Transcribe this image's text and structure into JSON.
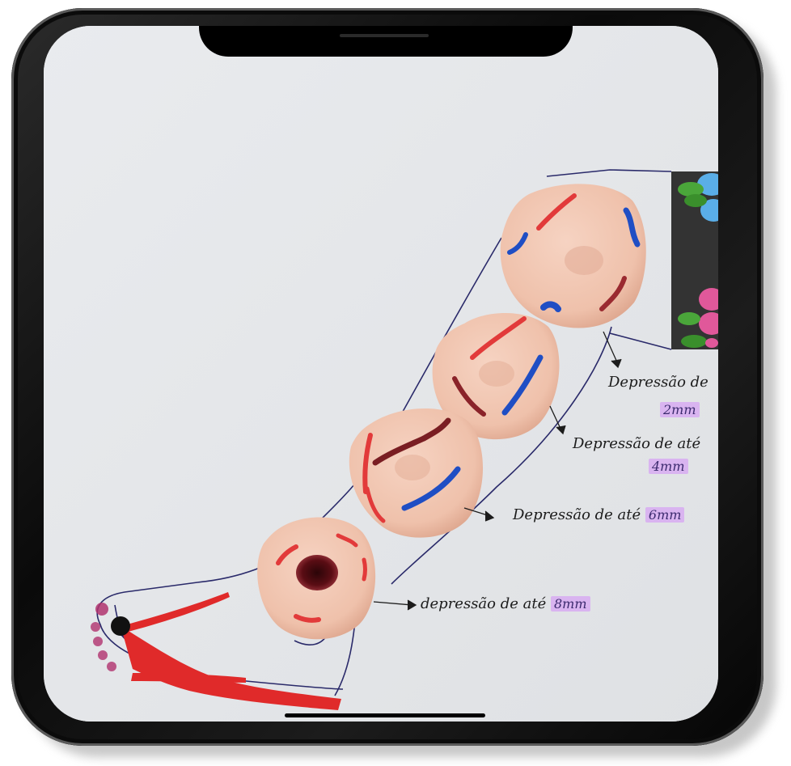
{
  "labels": {
    "depression_2mm": {
      "text": "Depressão de",
      "value": "2mm"
    },
    "depression_4mm": {
      "text": "Depressão de até",
      "value": "4mm"
    },
    "depression_6mm": {
      "text": "Depressão de até",
      "value": "6mm"
    },
    "depression_8mm": {
      "text": "depressão de até",
      "value": "8mm"
    }
  },
  "colors": {
    "skin_clay": "#f0c4ae",
    "red_vein": "#e23a3a",
    "blue_vein": "#1f4ec4",
    "dark_red_vein": "#7a1e23",
    "highlight": "#d9b4f0",
    "board": "#333333"
  },
  "icons": [
    "phone-frame",
    "notch",
    "home-indicator"
  ]
}
